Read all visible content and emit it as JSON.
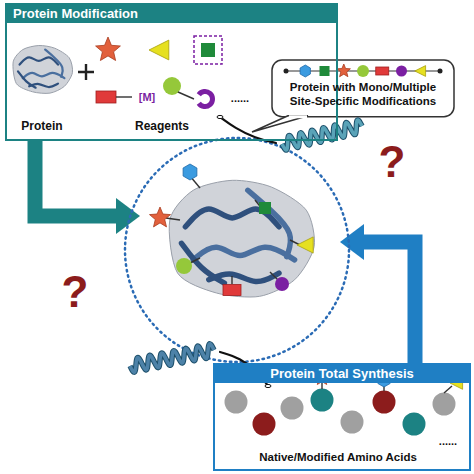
{
  "diagram": {
    "nodes": [
      {
        "text": [
          "Protein Modification"
        ]
      },
      {
        "text": [
          "Protein with Mono/Multiple Site-Specific Modifications"
        ]
      },
      {
        "text": [
          "Protein Total Synthesis"
        ]
      }
    ],
    "labels": [
      "Protein",
      "Reagents",
      "[M]",
      "......",
      "?",
      "?",
      "Native/Modified Amino Acids",
      "......"
    ]
  }
}
